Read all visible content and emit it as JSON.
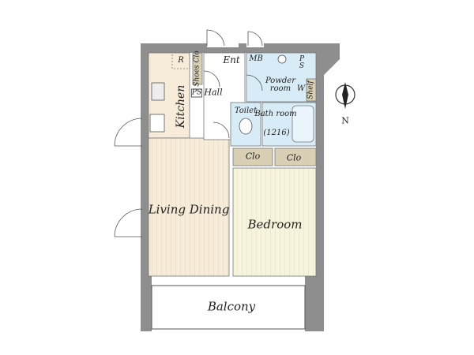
{
  "rooms": {
    "fridge": "R",
    "shoes_closet": "Shoes Clo",
    "entrance": "Ent",
    "meter_box": "MB",
    "pipe_space_top": "P S",
    "powder_room": "Powder room",
    "washer": "W",
    "shelf": "Shelf",
    "pipe_space_small": "PS",
    "kitchen": "Kitchen",
    "hall": "Hall",
    "toilet": "Toilet",
    "bathroom": "Bath room",
    "bathroom_size": "(1216)",
    "closet_1": "Clo",
    "closet_2": "Clo",
    "living_dining": "Living Dining",
    "bedroom": "Bedroom",
    "balcony": "Balcony"
  },
  "compass": {
    "north_label": "N"
  },
  "colors": {
    "wall": "#8e8e8e",
    "living_floor": "#f7ecd9",
    "bedroom_floor": "#f6f4dc",
    "wet_area": "#d8ecf7",
    "closet": "#d8cfb4"
  }
}
